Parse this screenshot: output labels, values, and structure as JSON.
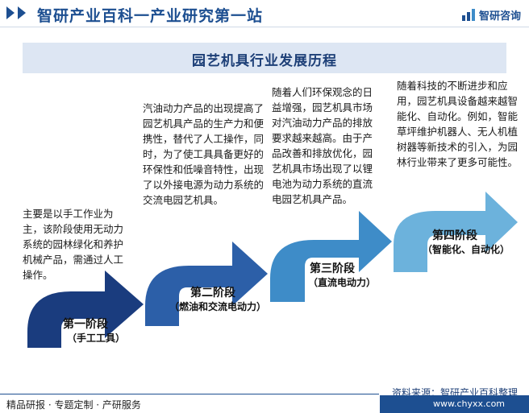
{
  "header": {
    "title": "智研产业百科一产业研究第一站",
    "brand": "智研咨询"
  },
  "banner": {
    "title": "园艺机具行业发展历程"
  },
  "stages": [
    {
      "title": "第一阶段",
      "subtitle": "（手工工具）",
      "description": "主要是以手工作业为主，该阶段使用无动力系统的园林绿化和养护机械产品，需通过人工操作。",
      "color": "#1a3c7e"
    },
    {
      "title": "第二阶段",
      "subtitle": "（燃油和交流电动力）",
      "description": "汽油动力产品的出现提高了园艺机具产品的生产力和便携性，替代了人工操作，同时，为了使工具具备更好的环保性和低噪音特性，出现了以外接电源为动力系统的交流电园艺机具。",
      "color": "#2c5fa8"
    },
    {
      "title": "第三阶段",
      "subtitle": "（直流电动力）",
      "description": "随着人们环保观念的日益增强，园艺机具市场对汽油动力产品的排放要求越来越高。由于产品改善和排放优化，园艺机具市场出现了以锂电池为动力系统的直流电园艺机具产品。",
      "color": "#3e8cc8"
    },
    {
      "title": "第四阶段",
      "subtitle": "（智能化、自动化）",
      "description": "随着科技的不断进步和应用，园艺机具设备越来越智能化、自动化。例如，智能草坪维护机器人、无人机植树器等新技术的引入，为园林行业带来了更多可能性。",
      "color": "#6cb2dc"
    }
  ],
  "source": "资料来源：智研产业百科整理",
  "footer": {
    "left": "精品研报 · 专题定制 · 产研服务",
    "right": "www.chyxx.com"
  }
}
